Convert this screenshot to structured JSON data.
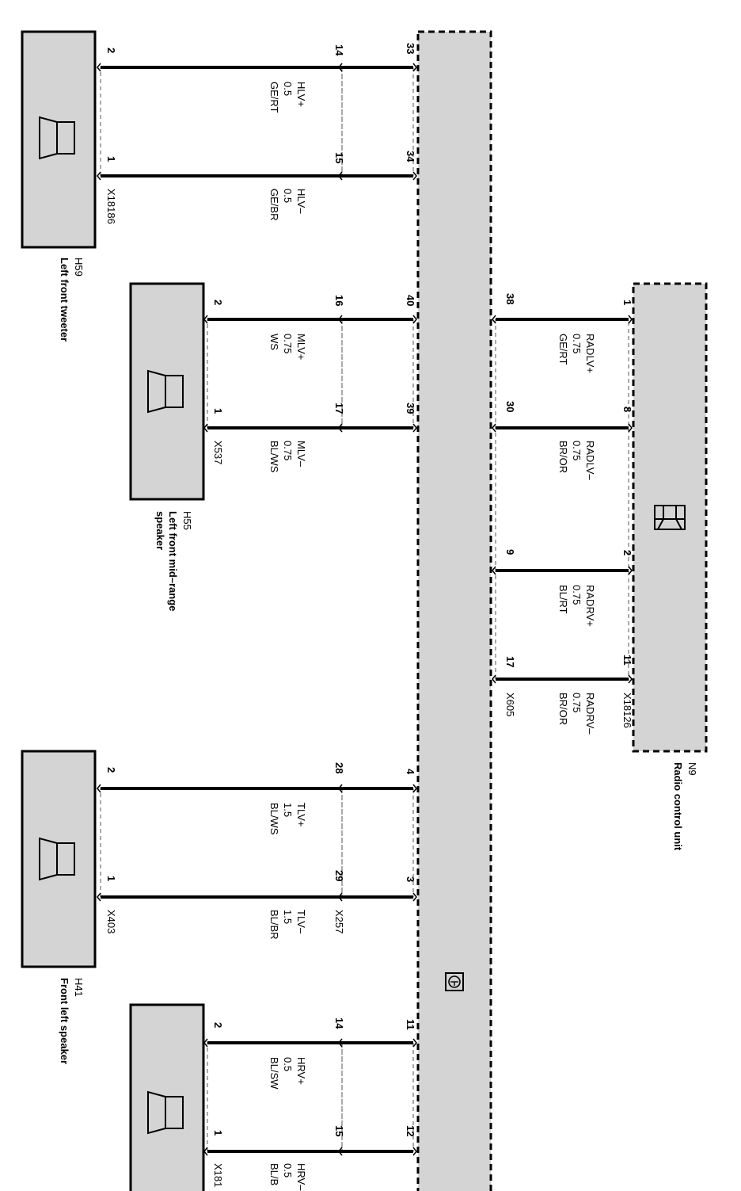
{
  "components": {
    "h59": {
      "id": "H59",
      "name": "Left front tweeter",
      "connector": "X18186"
    },
    "h55": {
      "id": "H55",
      "name_line1": "Left front mid–range",
      "name_line2": "speaker",
      "connector": "X537"
    },
    "h41": {
      "id": "H41",
      "name": "Front left speaker",
      "connector": "X403"
    },
    "h_rear": {
      "connector": "X181"
    },
    "n9": {
      "id": "N9",
      "name": "Radio control unit",
      "connector": "X18126"
    },
    "inline_a": {
      "connector": "X605"
    },
    "inline_b": {
      "connector": "X257"
    }
  },
  "wires": {
    "hlv_plus": {
      "signal": "HLV+",
      "size": "0.5",
      "color": "GE/RT",
      "pin_spk": "2",
      "pin_mid": "14",
      "pin_bus": "33"
    },
    "hlv_minus": {
      "signal": "HLV–",
      "size": "0.5",
      "color": "GE/BR",
      "pin_spk": "1",
      "pin_mid": "15",
      "pin_bus": "34"
    },
    "mlv_plus": {
      "signal": "MLV+",
      "size": "0.75",
      "color": "WS",
      "pin_spk": "2",
      "pin_mid": "16",
      "pin_bus": "40"
    },
    "mlv_minus": {
      "signal": "MLV–",
      "size": "0.75",
      "color": "BL/WS",
      "pin_spk": "1",
      "pin_mid": "17",
      "pin_bus": "39"
    },
    "tlv_plus": {
      "signal": "TLV+",
      "size": "1.5",
      "color": "BL/WS",
      "pin_spk": "2",
      "pin_mid": "28",
      "pin_bus": "4"
    },
    "tlv_minus": {
      "signal": "TLV–",
      "size": "1.5",
      "color": "BL/BR",
      "pin_spk": "1",
      "pin_mid": "29",
      "pin_bus": "3"
    },
    "hrv_plus": {
      "signal": "HRV+",
      "size": "0.5",
      "color": "BL/SW",
      "pin_spk": "2",
      "pin_mid": "14",
      "pin_bus": "11"
    },
    "hrv_minus": {
      "signal": "HRV–",
      "size": "0.5",
      "color": "BL/B",
      "pin_spk": "1",
      "pin_mid": "15",
      "pin_bus": "12"
    },
    "radlv_plus": {
      "signal": "RADLV+",
      "size": "0.75",
      "color": "GE/RT",
      "pin_radio": "1",
      "pin_bus": "38"
    },
    "radlv_minus": {
      "signal": "RADLV–",
      "size": "0.75",
      "color": "BR/OR",
      "pin_radio": "8",
      "pin_bus": "30"
    },
    "radrv_plus": {
      "signal": "RADRV+",
      "size": "0.75",
      "color": "BL/RT",
      "pin_radio": "2",
      "pin_bus": "9"
    },
    "radrv_minus": {
      "signal": "RADRV–",
      "size": "0.75",
      "color": "BR/OR",
      "pin_radio": "11",
      "pin_bus": "17"
    }
  },
  "icons": {
    "speaker": "speaker-icon",
    "radio": "speaker-icon",
    "ground": "ground-symbol-icon"
  },
  "colors": {
    "module_fill": "#d4d4d4",
    "line": "#000000"
  }
}
